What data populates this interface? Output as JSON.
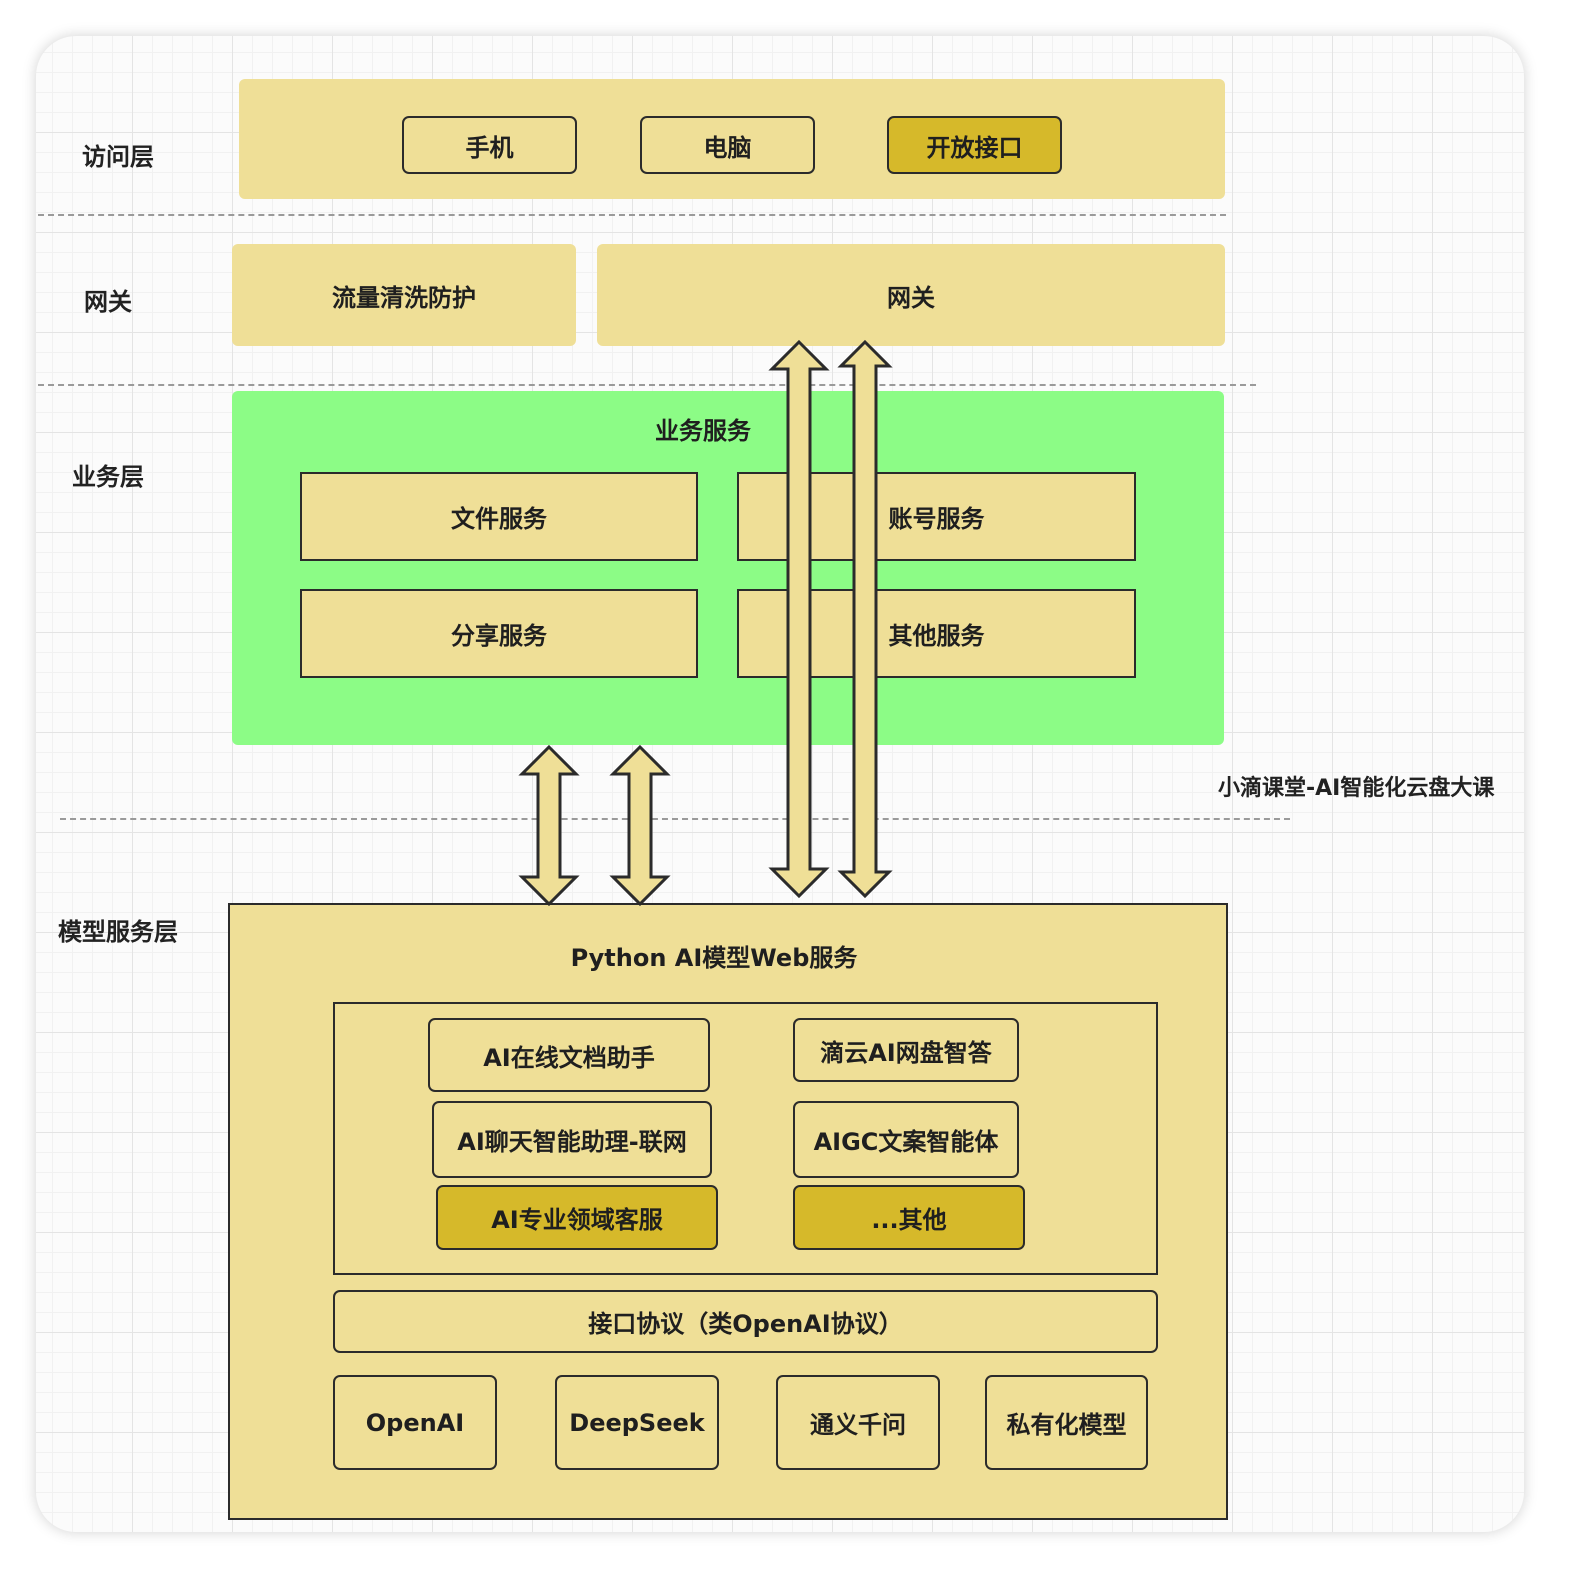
{
  "layers": {
    "access": "访问层",
    "gateway": "网关",
    "business": "业务层",
    "model": "模型服务层"
  },
  "access": {
    "phone": "手机",
    "pc": "电脑",
    "open_api": "开放接口"
  },
  "gateway": {
    "traffic_cleaning": "流量清洗防护",
    "gateway": "网关"
  },
  "business": {
    "title": "业务服务",
    "file": "文件服务",
    "account": "账号服务",
    "share": "分享服务",
    "other": "其他服务"
  },
  "watermark": "小滴课堂-AI智能化云盘大课",
  "model": {
    "title": "Python AI模型Web服务",
    "apps": {
      "doc_assistant": "AI在线文档助手",
      "drive_qa": "滴云AI网盘智答",
      "chat_assistant": "AI聊天智能助理-联网",
      "aigc_copy": "AIGC文案智能体",
      "domain_service": "AI专业领域客服",
      "others": "...其他"
    },
    "protocol": "接口协议（类OpenAI协议）",
    "providers": {
      "openai": "OpenAI",
      "deepseek": "DeepSeek",
      "tongyi": "通义千问",
      "private": "私有化模型"
    }
  },
  "colors": {
    "panel": "#efdf97",
    "highlight": "#d6b92a",
    "business_bg": "#8cfc86",
    "border": "#2b2b2b"
  }
}
